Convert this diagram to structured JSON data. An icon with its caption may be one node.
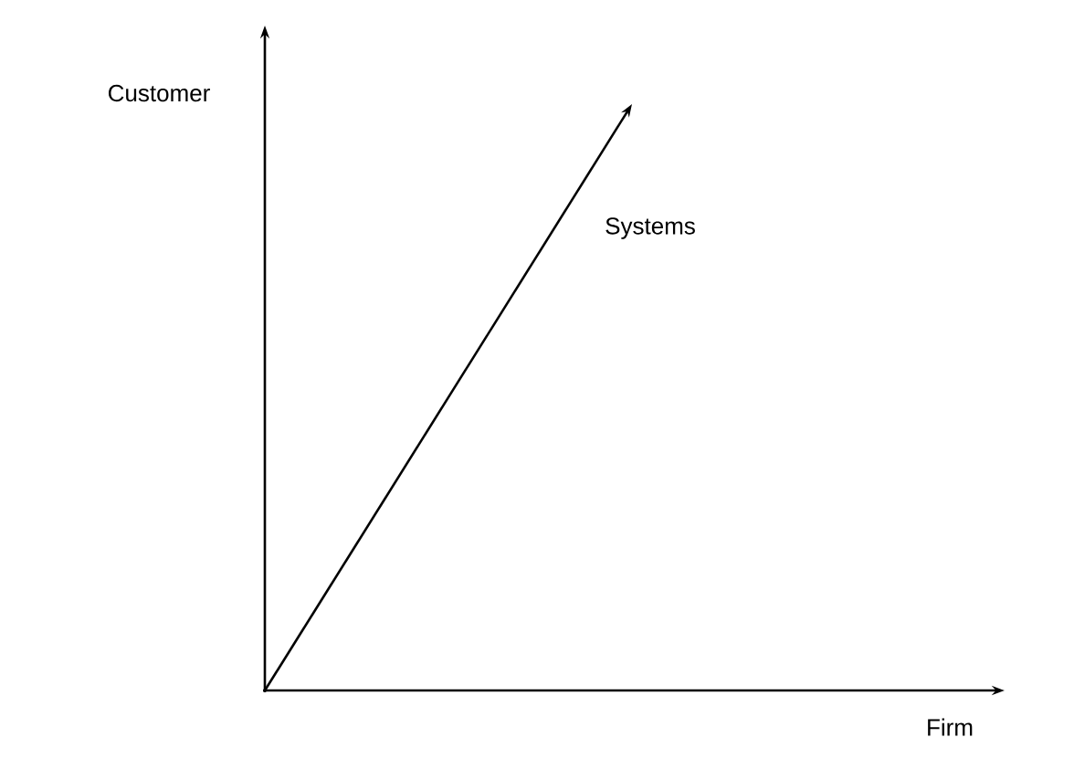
{
  "diagram": {
    "labels": [
      "Customer",
      "Systems",
      "Firm"
    ]
  }
}
